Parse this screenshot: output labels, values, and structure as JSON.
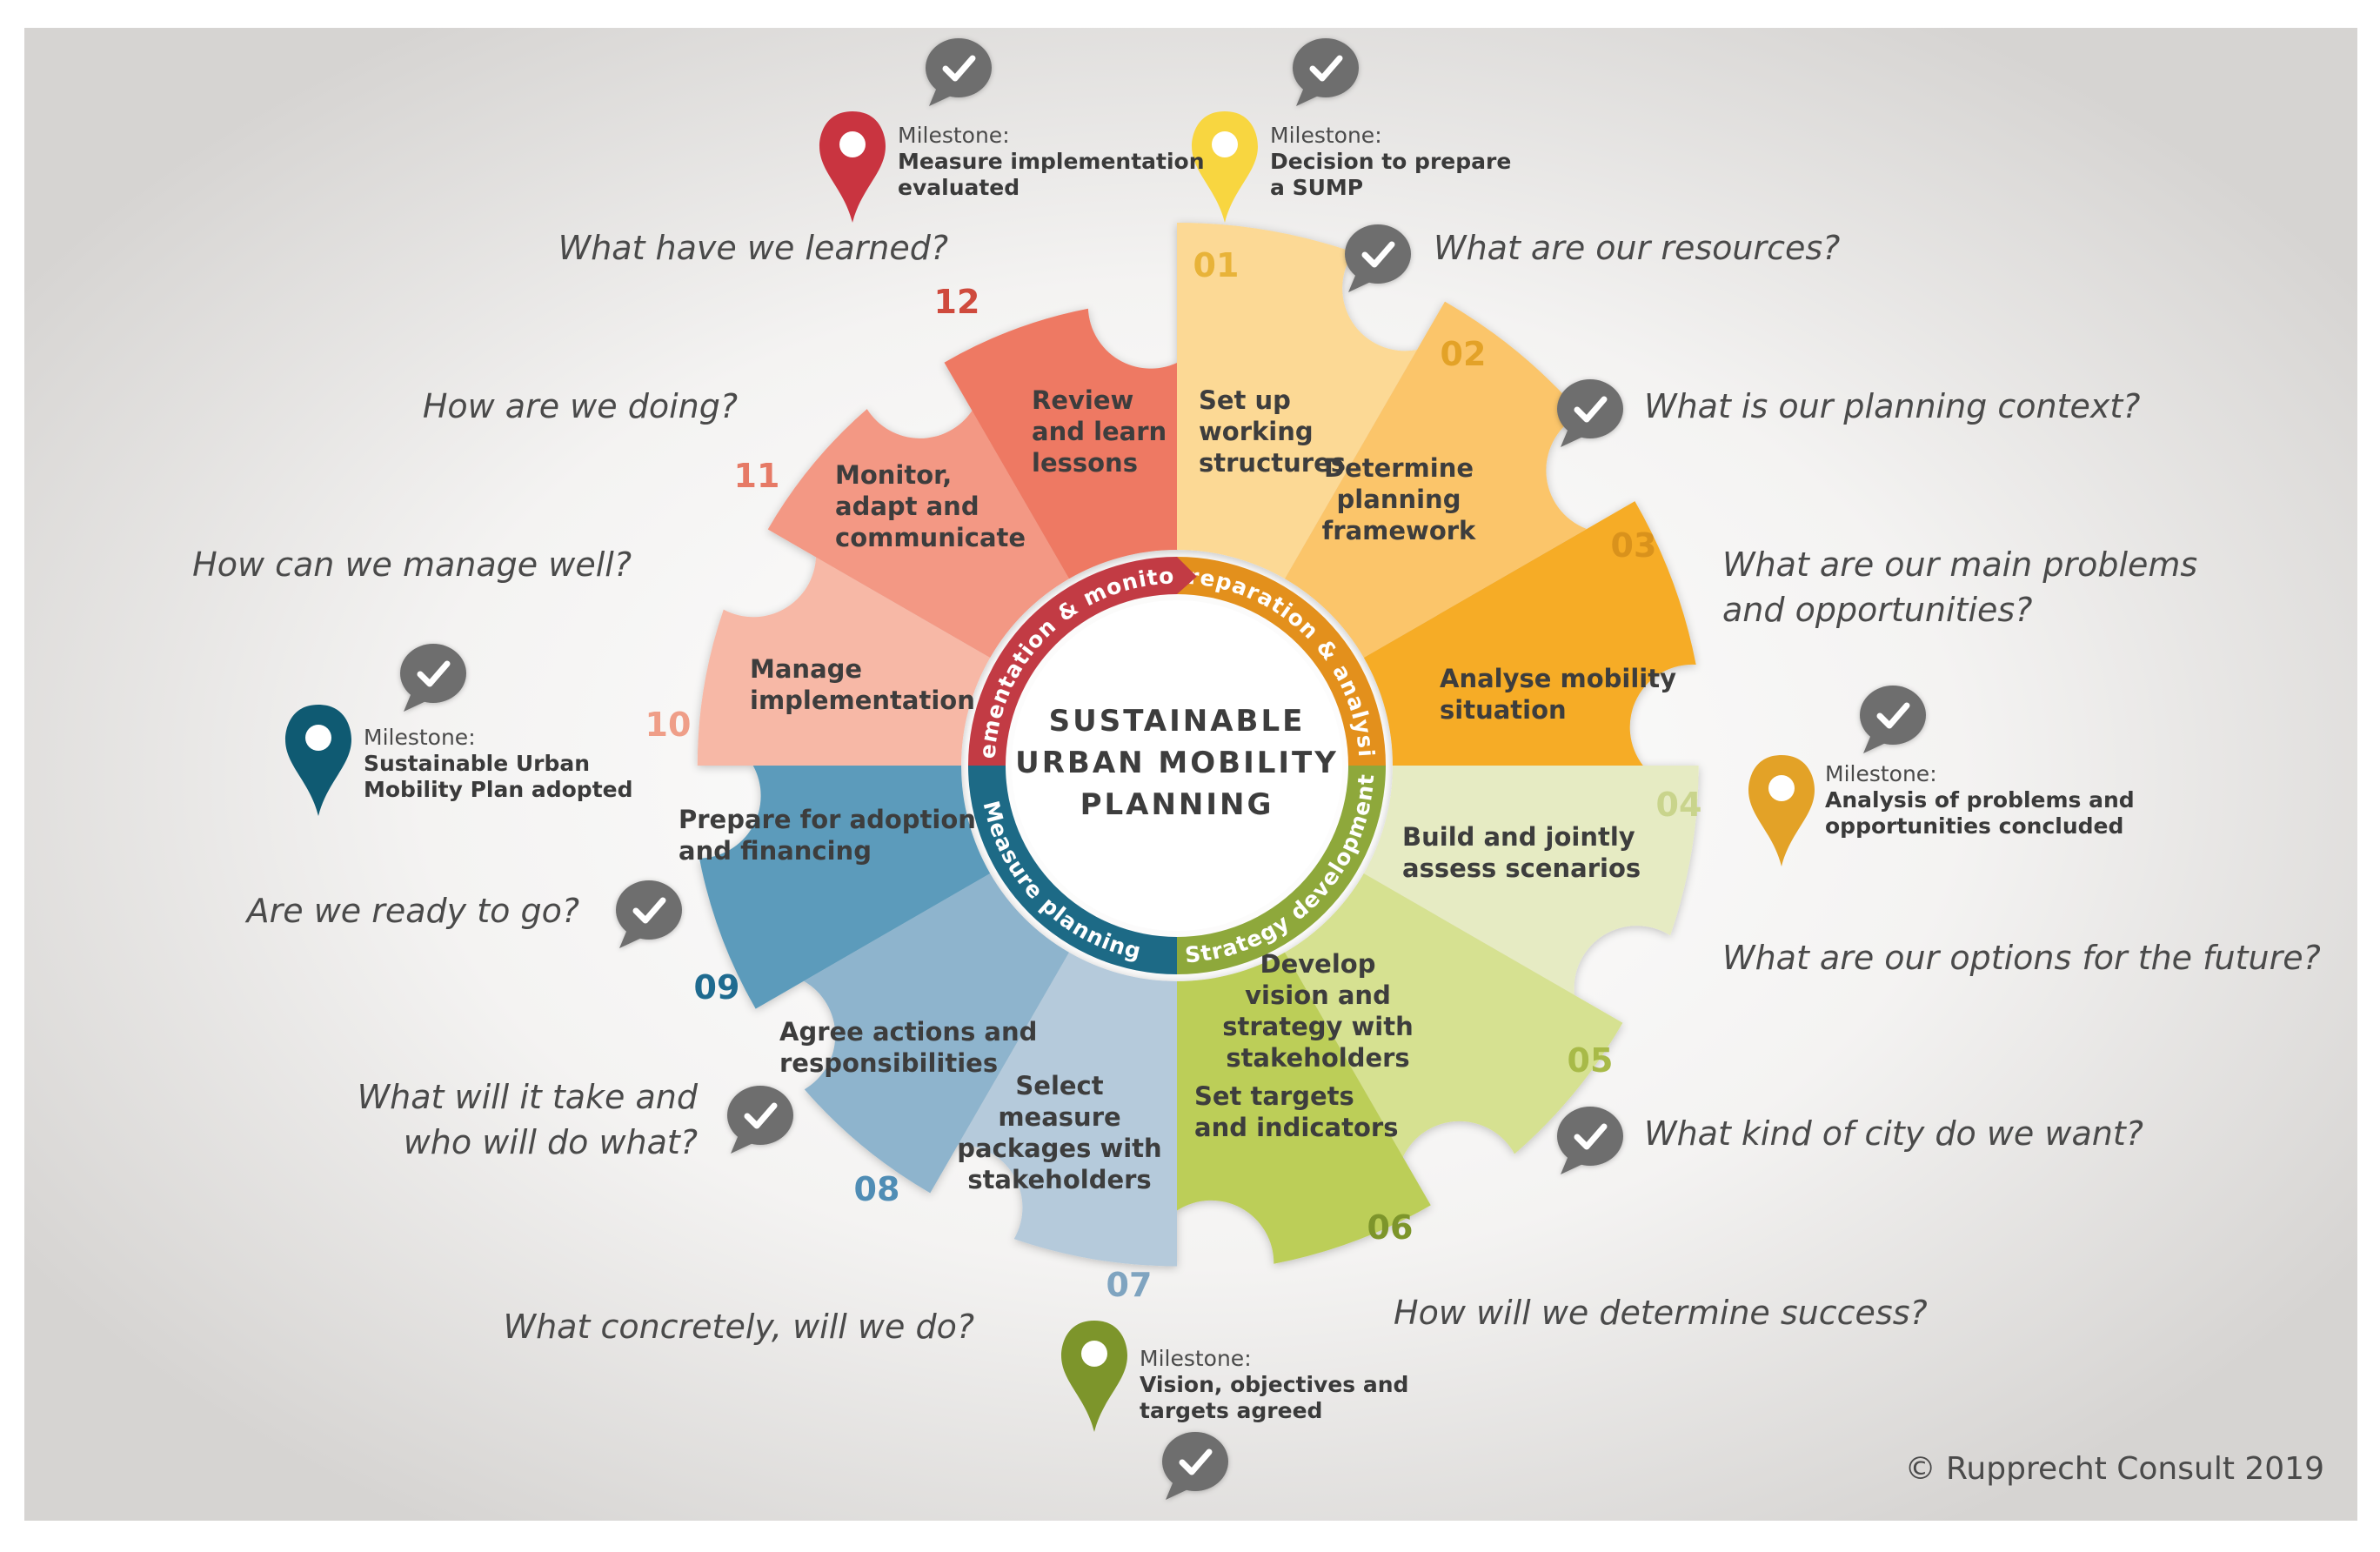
{
  "center": {
    "lines": [
      "SUSTAINABLE",
      "URBAN MOBILITY",
      "PLANNING"
    ]
  },
  "copyright": "© Rupprecht Consult 2019",
  "phases": [
    {
      "label": "Preparation & analysis",
      "color": "#e3901c"
    },
    {
      "label": "Strategy development",
      "color": "#8ea83b"
    },
    {
      "label": "Measure planning",
      "color": "#1d6a86"
    },
    {
      "label": "Implementation & monitoring",
      "color": "#c23b44"
    }
  ],
  "steps": [
    {
      "num": "01",
      "label": [
        "Set up",
        "working",
        "structures"
      ],
      "color": "#fcd995",
      "num_color": "#e8b339",
      "question": [
        "What are our resources?"
      ]
    },
    {
      "num": "02",
      "label": [
        "Determine",
        "planning",
        "framework"
      ],
      "color": "#fbc56a",
      "num_color": "#e3a227",
      "question": [
        "What is our planning context?"
      ]
    },
    {
      "num": "03",
      "label": [
        "Analyse mobility",
        "situation"
      ],
      "color": "#f6ac28",
      "num_color": "#d9921c",
      "question": [
        "What are our main problems",
        "and opportunities?"
      ]
    },
    {
      "num": "04",
      "label": [
        "Build and jointly",
        "assess scenarios"
      ],
      "color": "#e6ebc3",
      "num_color": "#c9d48c",
      "question": [
        "What are our options for the future?"
      ]
    },
    {
      "num": "05",
      "label": [
        "Develop",
        "vision and",
        "strategy with",
        "stakeholders"
      ],
      "color": "#d6e191",
      "num_color": "#a8ba48",
      "question": [
        "What kind of city do we want?"
      ]
    },
    {
      "num": "06",
      "label": [
        "Set targets",
        "and indicators"
      ],
      "color": "#bcce58",
      "num_color": "#7d952b",
      "question": [
        "How will we determine success?"
      ]
    },
    {
      "num": "07",
      "label": [
        "Select",
        "measure",
        "packages with",
        "stakeholders"
      ],
      "color": "#b5cadb",
      "num_color": "#7fa4c0",
      "question": [
        "What concretely, will we do?"
      ]
    },
    {
      "num": "08",
      "label": [
        "Agree actions and",
        "responsibilities"
      ],
      "color": "#8eb4cd",
      "num_color": "#4f8db5",
      "question": [
        "What will it take and",
        "who will do what?"
      ]
    },
    {
      "num": "09",
      "label": [
        "Prepare for adoption",
        "and financing"
      ],
      "color": "#5b9bbb",
      "num_color": "#1f6b90",
      "question": [
        "Are we ready to go?"
      ]
    },
    {
      "num": "10",
      "label": [
        "Manage",
        "implementation"
      ],
      "color": "#f7b8a6",
      "num_color": "#ef9e88",
      "question": [
        "How can we manage well?"
      ]
    },
    {
      "num": "11",
      "label": [
        "Monitor,",
        "adapt and",
        "communicate"
      ],
      "color": "#f39884",
      "num_color": "#e67a66",
      "question": [
        "How are we doing?"
      ]
    },
    {
      "num": "12",
      "label": [
        "Review",
        "and learn",
        "lessons"
      ],
      "color": "#ee7963",
      "num_color": "#cf4a3d",
      "question": [
        "What have we learned?"
      ]
    }
  ],
  "milestones": [
    {
      "head": "Milestone:",
      "body": [
        "Decision to prepare",
        "a SUMP"
      ],
      "color": "#f8d640"
    },
    {
      "head": "Milestone:",
      "body": [
        "Analysis of problems and",
        "opportunities concluded"
      ],
      "color": "#e3a227"
    },
    {
      "head": "Milestone:",
      "body": [
        "Vision, objectives and",
        "targets agreed"
      ],
      "color": "#7d952b"
    },
    {
      "head": "Milestone:",
      "body": [
        "Sustainable Urban",
        "Mobility Plan adopted"
      ],
      "color": "#0f5a72"
    },
    {
      "head": "Milestone:",
      "body": [
        "Measure implementation",
        "evaluated"
      ],
      "color": "#c93440"
    }
  ],
  "icons": {
    "check": "speech-bubble-check-icon",
    "milestone": "map-pin-icon"
  }
}
